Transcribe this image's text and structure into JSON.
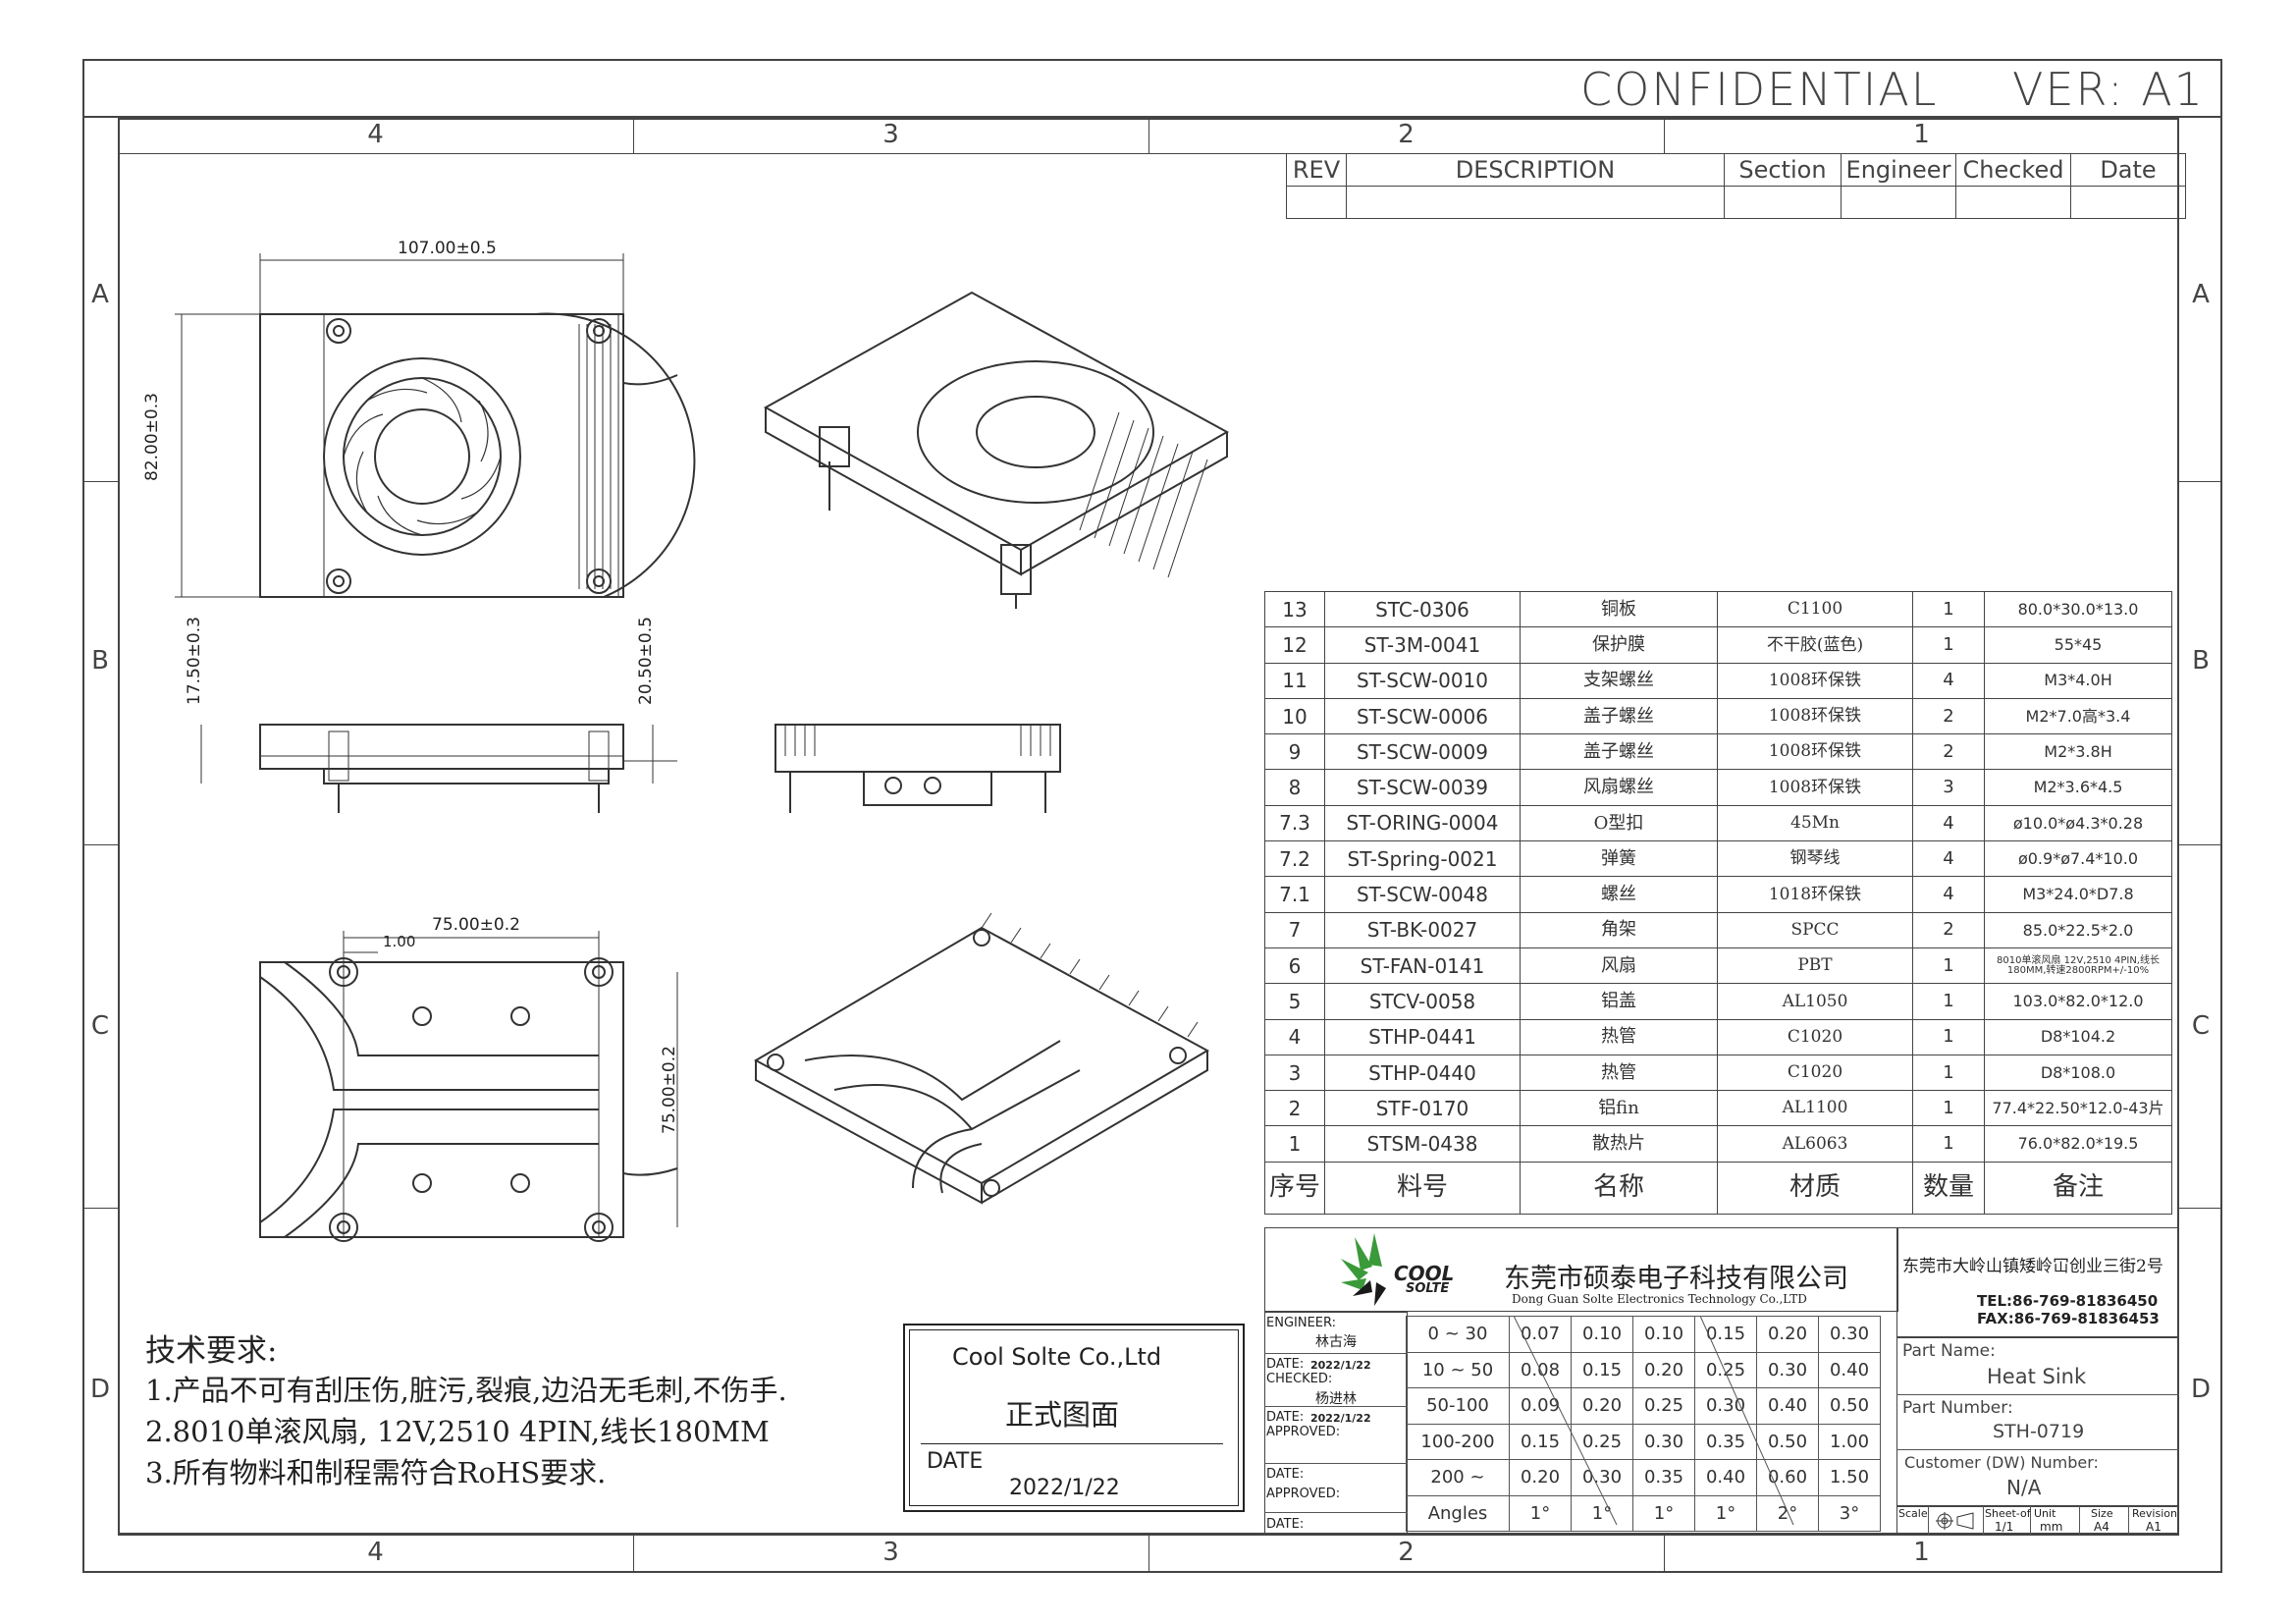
{
  "header": {
    "confidential": "CONFIDENTIAL",
    "version": "VER: A1"
  },
  "zones": {
    "columns_top": [
      "4",
      "3",
      "2",
      "1"
    ],
    "columns_bottom": [
      "4",
      "3",
      "2",
      "1"
    ],
    "rows_left": [
      "A",
      "B",
      "C",
      "D"
    ],
    "rows_right": [
      "A",
      "B",
      "C",
      "D"
    ]
  },
  "revision_table": {
    "headers": [
      "REV",
      "DESCRIPTION",
      "Section",
      "Engineer",
      "Checked",
      "Date"
    ]
  },
  "dimensions": {
    "top_width": "107.00±0.5",
    "top_height": "82.00±0.3",
    "side_left_height": "17.50±0.3",
    "side_right_height": "20.50±0.5",
    "bottom_width": "75.00±0.2",
    "bottom_offset": "1.00",
    "bottom_height": "75.00±0.2"
  },
  "bom": {
    "rows": [
      {
        "no": "13",
        "part": "STC-0306",
        "name": "铜板",
        "material": "C1100",
        "qty": "1",
        "note": "80.0*30.0*13.0"
      },
      {
        "no": "12",
        "part": "ST-3M-0041",
        "name": "保护膜",
        "material": "不干胶(蓝色)",
        "qty": "1",
        "note": "55*45"
      },
      {
        "no": "11",
        "part": "ST-SCW-0010",
        "name": "支架螺丝",
        "material": "1008环保铁",
        "qty": "4",
        "note": "M3*4.0H"
      },
      {
        "no": "10",
        "part": "ST-SCW-0006",
        "name": "盖子螺丝",
        "material": "1008环保铁",
        "qty": "2",
        "note": "M2*7.0高*3.4"
      },
      {
        "no": "9",
        "part": "ST-SCW-0009",
        "name": "盖子螺丝",
        "material": "1008环保铁",
        "qty": "2",
        "note": "M2*3.8H"
      },
      {
        "no": "8",
        "part": "ST-SCW-0039",
        "name": "风扇螺丝",
        "material": "1008环保铁",
        "qty": "3",
        "note": "M2*3.6*4.5"
      },
      {
        "no": "7.3",
        "part": "ST-ORING-0004",
        "name": "O型扣",
        "material": "45Mn",
        "qty": "4",
        "note": "ø10.0*ø4.3*0.28"
      },
      {
        "no": "7.2",
        "part": "ST-Spring-0021",
        "name": "弹簧",
        "material": "钢琴线",
        "qty": "4",
        "note": "ø0.9*ø7.4*10.0"
      },
      {
        "no": "7.1",
        "part": "ST-SCW-0048",
        "name": "螺丝",
        "material": "1018环保铁",
        "qty": "4",
        "note": "M3*24.0*D7.8"
      },
      {
        "no": "7",
        "part": "ST-BK-0027",
        "name": "角架",
        "material": "SPCC",
        "qty": "2",
        "note": "85.0*22.5*2.0"
      },
      {
        "no": "6",
        "part": "ST-FAN-0141",
        "name": "风扇",
        "material": "PBT",
        "qty": "1",
        "note": "8010单滚风扇 12V,2510 4PIN,线长180MM,转速2800RPM+/-10%"
      },
      {
        "no": "5",
        "part": "STCV-0058",
        "name": "铝盖",
        "material": "AL1050",
        "qty": "1",
        "note": "103.0*82.0*12.0"
      },
      {
        "no": "4",
        "part": "STHP-0441",
        "name": "热管",
        "material": "C1020",
        "qty": "1",
        "note": "D8*104.2"
      },
      {
        "no": "3",
        "part": "STHP-0440",
        "name": "热管",
        "material": "C1020",
        "qty": "1",
        "note": "D8*108.0"
      },
      {
        "no": "2",
        "part": "STF-0170",
        "name": "铝fin",
        "material": "AL1100",
        "qty": "1",
        "note": "77.4*22.50*12.0-43片"
      },
      {
        "no": "1",
        "part": "STSM-0438",
        "name": "散热片",
        "material": "AL6063",
        "qty": "1",
        "note": "76.0*82.0*19.5"
      }
    ],
    "headers": {
      "no": "序号",
      "part": "料号",
      "name": "名称",
      "material": "材质",
      "qty": "数量",
      "note": "备注"
    }
  },
  "company": {
    "logo_top": "COOL",
    "logo_bottom": "SOLTE",
    "name_cn": "东莞市硕泰电子科技有限公司",
    "name_en": "Dong Guan Solte Electronics Technology Co.,LTD",
    "address": "东莞市大岭山镇矮岭冚创业三街2号",
    "tel": "TEL:86-769-81836450",
    "fax": "FAX:86-769-81836453"
  },
  "signoff": {
    "engineer_label": "ENGINEER:",
    "engineer_name": "林古海",
    "date_label_1": "DATE:",
    "date_1": "2022/1/22",
    "checked_label": "CHECKED:",
    "checked_name": "杨进林",
    "date_label_2": "DATE:",
    "date_2": "2022/1/22",
    "approved_label_1": "APPROVED:",
    "date_label_3": "DATE:",
    "approved_label_2": "APPROVED:",
    "date_label_4": "DATE:"
  },
  "tolerance": {
    "rows": [
      [
        "0 ~ 30",
        "0.07",
        "0.10",
        "0.10",
        "0.15",
        "0.20",
        "0.30"
      ],
      [
        "10 ~ 50",
        "0.08",
        "0.15",
        "0.20",
        "0.25",
        "0.30",
        "0.40"
      ],
      [
        "50-100",
        "0.09",
        "0.20",
        "0.25",
        "0.30",
        "0.40",
        "0.50"
      ],
      [
        "100-200",
        "0.15",
        "0.25",
        "0.30",
        "0.35",
        "0.50",
        "1.00"
      ],
      [
        "200 ~",
        "0.20",
        "0.30",
        "0.35",
        "0.40",
        "0.60",
        "1.50"
      ],
      [
        "Angles",
        "1°",
        "1°",
        "1°",
        "1°",
        "2°",
        "3°"
      ]
    ]
  },
  "part_info": {
    "part_name_label": "Part Name:",
    "part_name": "Heat Sink",
    "part_number_label": "Part Number:",
    "part_number": "STH-0719",
    "customer_label": "Customer (DW) Number:",
    "customer_number": "N/A",
    "scale_label": "Scale",
    "sheet_label": "Sheet-of",
    "sheet_value": "1/1",
    "unit_label": "Unit",
    "unit_value": "mm",
    "size_label": "Size",
    "size_value": "A4",
    "revision_label": "Revision",
    "revision_value": "A1"
  },
  "stamp": {
    "company": "Cool Solte  Co.,Ltd",
    "title": "正式图面",
    "date_label": "DATE",
    "date": "2022/1/22"
  },
  "requirements": {
    "title": "技术要求:",
    "items": [
      "1.产品不可有刮压伤,脏污,裂痕,边沿无毛刺,不伤手.",
      "2.8010单滚风扇, 12V,2510 4PIN,线长180MM",
      "3.所有物料和制程需符合RoHS要求."
    ]
  },
  "colors": {
    "line": "#444444",
    "logo_green": "#3a9a3a",
    "logo_dark": "#1a1a1a"
  }
}
